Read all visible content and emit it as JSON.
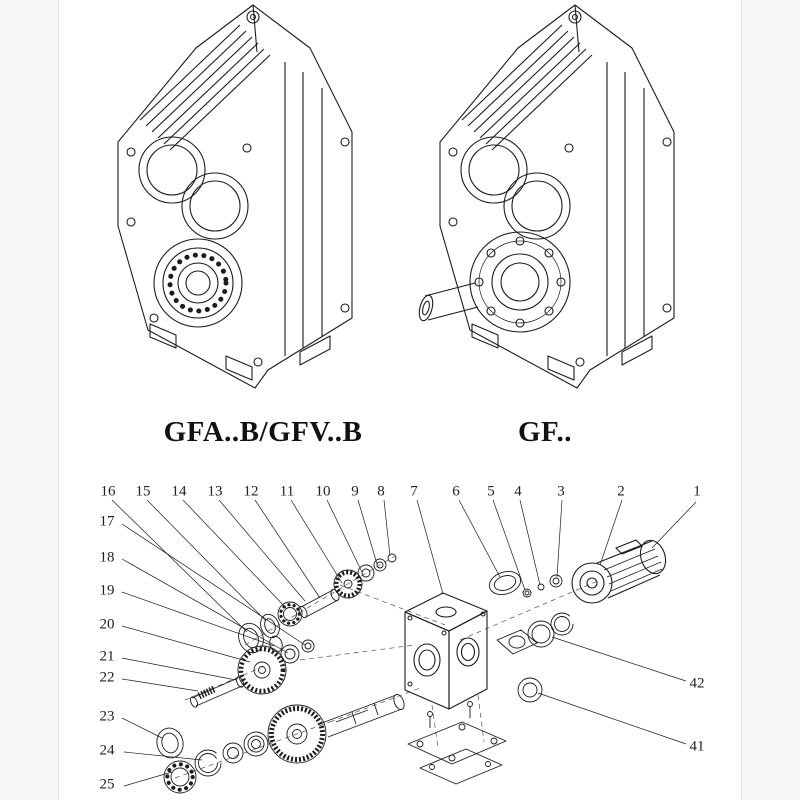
{
  "page": {
    "background": "#ffffff",
    "line_color": "#1c1c1c"
  },
  "products": [
    {
      "label": "GFA..B/GFV..B"
    },
    {
      "label": "GF.."
    }
  ],
  "exploded": {
    "callouts_top": [
      "16",
      "15",
      "14",
      "13",
      "12",
      "11",
      "10",
      "9",
      "8",
      "7",
      "6",
      "5",
      "4",
      "3",
      "2",
      "1"
    ],
    "callouts_left": [
      "17",
      "18",
      "19",
      "20",
      "21",
      "22",
      "23",
      "24",
      "25"
    ],
    "callouts_right": [
      "42",
      "41"
    ]
  }
}
